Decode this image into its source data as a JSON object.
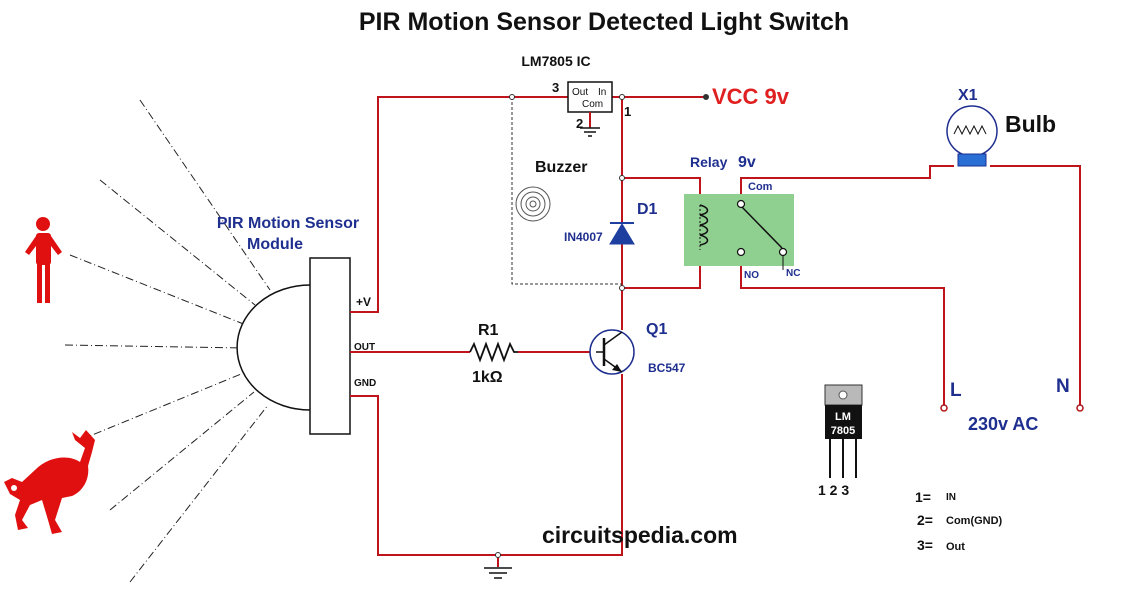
{
  "title": "PIR Motion Sensor Detected Light Switch",
  "regulator": {
    "label": "LM7805 IC",
    "pin_out": "Out",
    "pin_in": "In",
    "pin_com": "Com",
    "pin3": "3",
    "pin2": "2",
    "pin1": "1"
  },
  "vcc": "VCC 9v",
  "buzzer": "Buzzer",
  "pir": {
    "label_line1": "PIR Motion Sensor",
    "label_line2": "Module",
    "pin_v": "+V",
    "pin_out": "OUT",
    "pin_gnd": "GND"
  },
  "relay": {
    "label": "Relay",
    "voltage": "9v",
    "com": "Com",
    "no": "NO",
    "nc": "NC"
  },
  "diode": {
    "ref": "D1",
    "part": "IN4007"
  },
  "resistor": {
    "ref": "R1",
    "value": "1kΩ"
  },
  "transistor": {
    "ref": "Q1",
    "part": "BC547"
  },
  "bulb": {
    "ref": "X1",
    "label": "Bulb"
  },
  "mains": {
    "l": "L",
    "n": "N",
    "label": "230v AC"
  },
  "package": {
    "line1": "LM",
    "line2": "7805",
    "pins": "1 2 3"
  },
  "pin_legend": [
    {
      "num": "1=",
      "name": "IN"
    },
    {
      "num": "2=",
      "name": "Com(GND)"
    },
    {
      "num": "3=",
      "name": "Out"
    }
  ],
  "website": "circuitspedia.com",
  "colors": {
    "wire": "#c0141c",
    "relay_fill": "#8fcf8f",
    "label_blue": "#1f2f8f",
    "vcc_red": "#e02020",
    "figures": "#e01010"
  },
  "icons": [
    "human-figure-icon",
    "animal-figure-icon",
    "ground-icon",
    "bulb-icon",
    "buzzer-icon",
    "diode-icon",
    "transistor-icon",
    "resistor-icon",
    "relay-coil-icon"
  ]
}
